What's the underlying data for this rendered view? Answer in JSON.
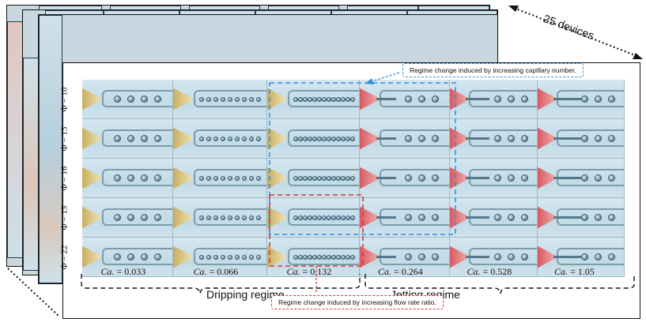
{
  "devices_label": "25 devices",
  "phi_labels": [
    "Φ = 10",
    "Φ = 13",
    "Φ = 16",
    "Φ = 19",
    "Φ = 22"
  ],
  "ca_labels": [
    {
      "sym": "Ca.",
      "val": "= 0.033"
    },
    {
      "sym": "Ca.",
      "val": "= 0.066"
    },
    {
      "sym": "Ca.",
      "val": "= 0.132"
    },
    {
      "sym": "Ca.",
      "val": "= 0.264"
    },
    {
      "sym": "Ca.",
      "val": "= 0.528"
    },
    {
      "sym": "Ca.",
      "val": "= 1.05"
    }
  ],
  "regimes": {
    "dripping": "Dripping regime",
    "jetting": "Jetting regime"
  },
  "annotations": {
    "capillary": "Regime change induced by increasing capillary number.",
    "flow_rate": "Regime change induced by increasing flow rate ratio."
  },
  "colors": {
    "capillary_box": "#3b8fd8",
    "flow_rate_box": "#d9363e",
    "nozzle_pink": "#e2777a",
    "nozzle_yellow": "#d9c27a",
    "channel_blue": "#c7dfeb"
  }
}
